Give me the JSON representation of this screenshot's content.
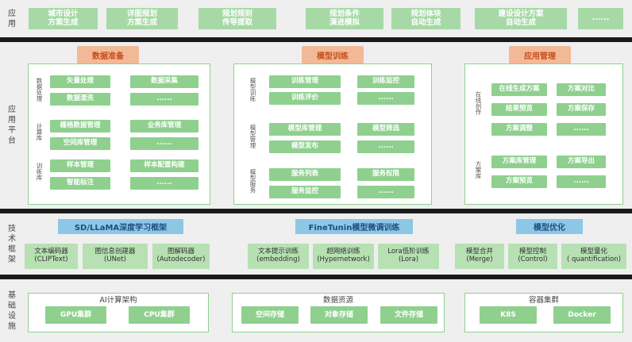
{
  "layers": {
    "application": {
      "label": "应用",
      "buttons": [
        "城市设计\n方案生成",
        "详图规划\n方案生成",
        "规划规则\n传导提取",
        "规划条件\n演进模拟",
        "规划体块\n自动生成",
        "建设设计方案\n自动生成",
        "......"
      ]
    },
    "platform": {
      "label": "应用平台",
      "data_prep": {
        "title": "数据准备",
        "groups": [
          {
            "label": "数据处理",
            "items": [
              "矢量处理",
              "数据采集",
              "数据清洗",
              "......"
            ]
          },
          {
            "label": "计算库",
            "items": [
              "栅格数据管理",
              "业务库管理",
              "空间库管理",
              "......"
            ]
          },
          {
            "label": "训练库",
            "items": [
              "样本管理",
              "样本配置构建",
              "智能标注",
              "......"
            ]
          }
        ]
      },
      "model_training": {
        "title": "模型训练",
        "groups": [
          {
            "label": "模型训练",
            "items": [
              "训练管理",
              "训练监控",
              "训练评价",
              "......"
            ]
          },
          {
            "label": "模型管理",
            "items": [
              "模型库管理",
              "模型筛选",
              "模型发布",
              "......"
            ]
          },
          {
            "label": "模型服务",
            "items": [
              "服务列表",
              "服务权限",
              "服务监控",
              "......"
            ]
          }
        ]
      },
      "app_management": {
        "title": "应用管理",
        "groups": [
          {
            "label": "在线创作",
            "items": [
              "在线生成方案",
              "方案对比",
              "结果预览",
              "方案保存",
              "方案调整",
              "......"
            ]
          },
          {
            "label": "方案库",
            "items": [
              "方案库管理",
              "方案导出",
              "方案预览",
              "......"
            ]
          }
        ]
      }
    },
    "tech": {
      "label": "技术框架",
      "sections": [
        {
          "title": "SD/LLaMA深度学习框架",
          "items": [
            "文本编码器\n(CLIPText)",
            "图信息创建器\n(UNet)",
            "图解码器\n(Autodecoder)"
          ]
        },
        {
          "title": "FineTunin模型微调训练",
          "items": [
            "文本提示训练\n(embedding)",
            "超网络训练\n(Hypernetwork)",
            "Lora低阶训练\n(Lora)"
          ]
        },
        {
          "title": "模型优化",
          "items": [
            "模型合并\n(Merge)",
            "模型控制\n(Control)",
            "模型量化\n( quantification)"
          ]
        }
      ]
    },
    "infra": {
      "label": "基础设施",
      "sections": [
        {
          "title": "AI计算架构",
          "items": [
            "GPU集群",
            "CPU集群"
          ]
        },
        {
          "title": "数据资源",
          "items": [
            "空间存储",
            "对象存储",
            "文件存储"
          ]
        },
        {
          "title": "容器集群",
          "items": [
            "K8S",
            "Docker"
          ]
        }
      ]
    }
  },
  "colors": {
    "green": "#8fd08f",
    "orange_header": "#f2b996",
    "orange_text": "#c84c1c",
    "blue_header": "#8cc8e6",
    "blue_text": "#1f4d80",
    "separator": "#1a1a1a",
    "band": "#efefef"
  }
}
